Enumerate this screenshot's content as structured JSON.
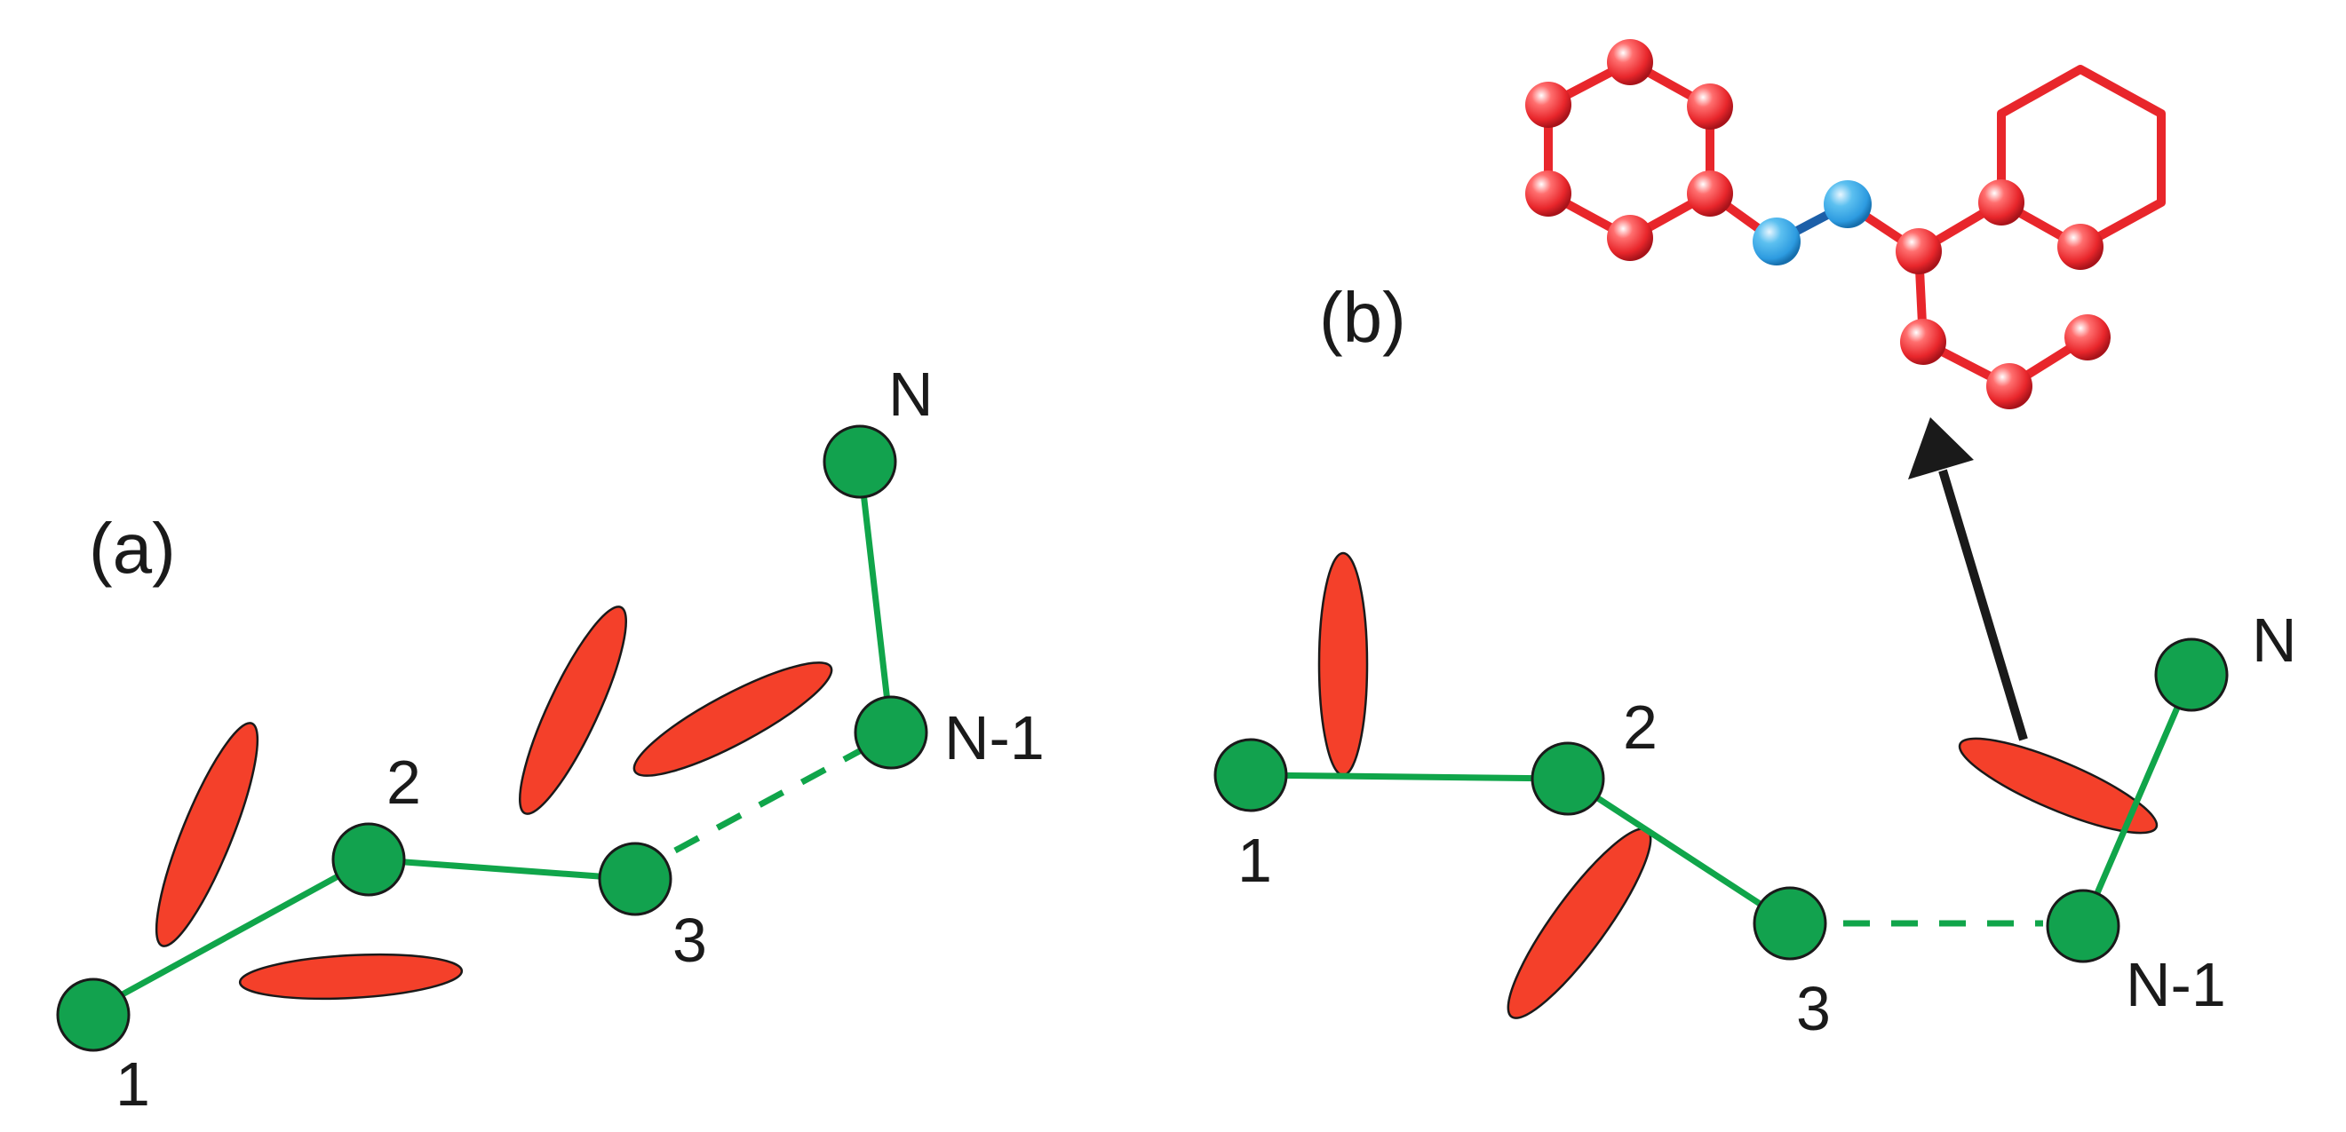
{
  "figure": {
    "panels": [
      {
        "label": "(a)",
        "nodes": [
          "1",
          "2",
          "3",
          "N-1",
          "N"
        ]
      },
      {
        "label": "(b)",
        "nodes": [
          "1",
          "2",
          "3",
          "N-1",
          "N"
        ]
      }
    ]
  },
  "colors": {
    "bead": "#12a24e",
    "bond": "#10a54a",
    "mesogen": "#f4402a",
    "carbon_atom": "#e8262b",
    "nitrogen_atom": "#2d9be0",
    "arrow": "#1a1a1a"
  }
}
